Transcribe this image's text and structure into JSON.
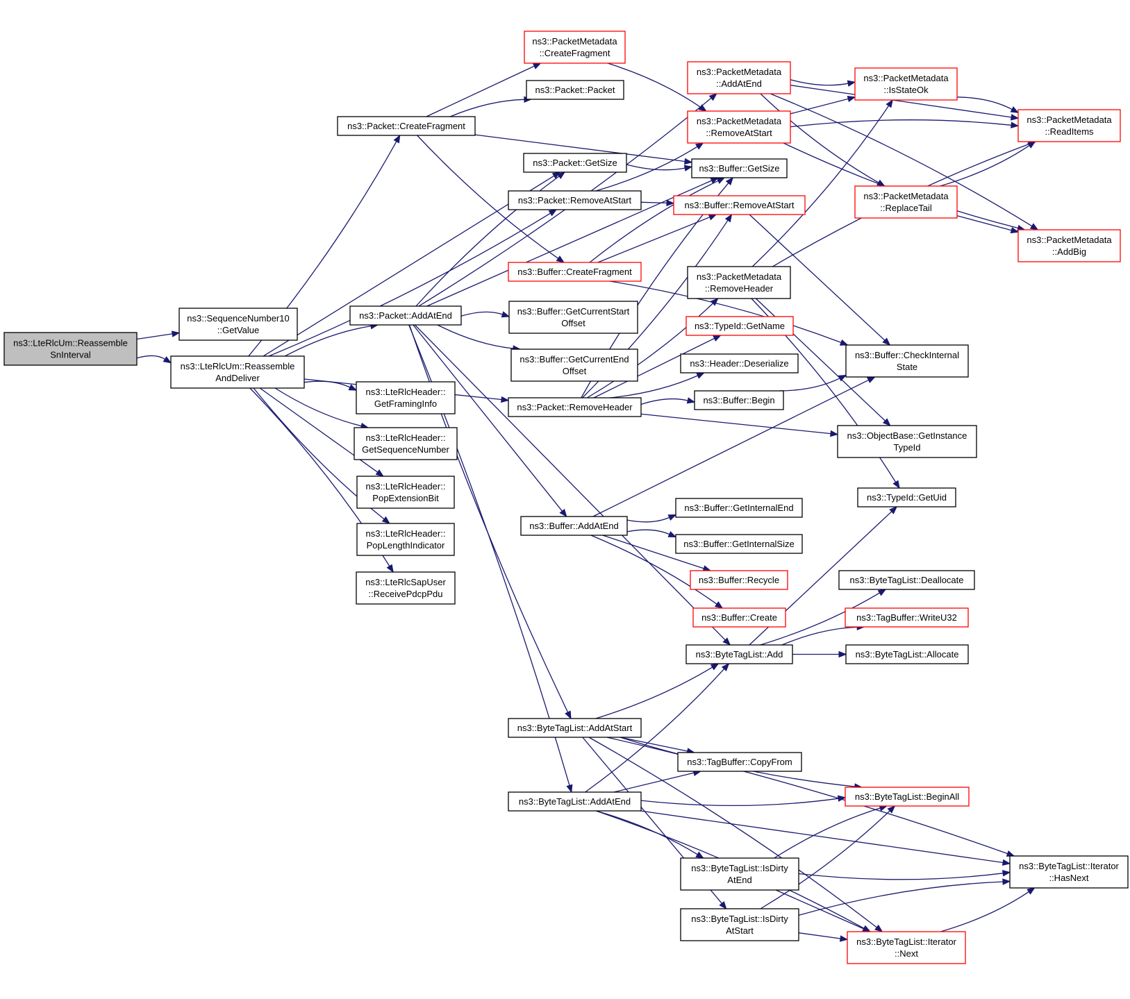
{
  "colors": {
    "edge": "#191970",
    "node_border": "#000000",
    "truncated_border": "#ff0000",
    "root_fill": "#bfbfbf",
    "node_fill": "#ffffff"
  },
  "nodes": {
    "n0": {
      "lines": [
        "ns3::LteRlcUm::Reassemble",
        "SnInterval"
      ],
      "kind": "root"
    },
    "n1": {
      "lines": [
        "ns3::SequenceNumber10",
        "::GetValue"
      ],
      "kind": "normal"
    },
    "n2": {
      "lines": [
        "ns3::LteRlcUm::Reassemble",
        "AndDeliver"
      ],
      "kind": "normal"
    },
    "n3": {
      "lines": [
        "ns3::Packet::CreateFragment"
      ],
      "kind": "normal"
    },
    "n4": {
      "lines": [
        "ns3::Packet::AddAtEnd"
      ],
      "kind": "normal"
    },
    "n5": {
      "lines": [
        "ns3::LteRlcHeader::",
        "GetFramingInfo"
      ],
      "kind": "normal"
    },
    "n6": {
      "lines": [
        "ns3::LteRlcHeader::",
        "GetSequenceNumber"
      ],
      "kind": "normal"
    },
    "n7": {
      "lines": [
        "ns3::LteRlcHeader::",
        "PopExtensionBit"
      ],
      "kind": "normal"
    },
    "n8": {
      "lines": [
        "ns3::LteRlcHeader::",
        "PopLengthIndicator"
      ],
      "kind": "normal"
    },
    "n9": {
      "lines": [
        "ns3::LteRlcSapUser",
        "::ReceivePdcpPdu"
      ],
      "kind": "normal"
    },
    "n10": {
      "lines": [
        "ns3::PacketMetadata",
        "::CreateFragment"
      ],
      "kind": "truncated"
    },
    "n11": {
      "lines": [
        "ns3::Packet::Packet"
      ],
      "kind": "normal"
    },
    "n12": {
      "lines": [
        "ns3::Packet::GetSize"
      ],
      "kind": "normal"
    },
    "n13": {
      "lines": [
        "ns3::Packet::RemoveAtStart"
      ],
      "kind": "normal"
    },
    "n14": {
      "lines": [
        "ns3::Buffer::CreateFragment"
      ],
      "kind": "truncated"
    },
    "n15": {
      "lines": [
        "ns3::Buffer::GetCurrentStart",
        "Offset"
      ],
      "kind": "normal"
    },
    "n16": {
      "lines": [
        "ns3::Buffer::GetCurrentEnd",
        "Offset"
      ],
      "kind": "normal"
    },
    "n17": {
      "lines": [
        "ns3::Packet::RemoveHeader"
      ],
      "kind": "normal"
    },
    "n18": {
      "lines": [
        "ns3::Buffer::AddAtEnd"
      ],
      "kind": "normal"
    },
    "n19": {
      "lines": [
        "ns3::ByteTagList::AddAtStart"
      ],
      "kind": "normal"
    },
    "n20": {
      "lines": [
        "ns3::ByteTagList::AddAtEnd"
      ],
      "kind": "normal"
    },
    "n21": {
      "lines": [
        "ns3::PacketMetadata",
        "::AddAtEnd"
      ],
      "kind": "truncated"
    },
    "n22": {
      "lines": [
        "ns3::PacketMetadata",
        "::RemoveAtStart"
      ],
      "kind": "truncated"
    },
    "n23": {
      "lines": [
        "ns3::Buffer::GetSize"
      ],
      "kind": "normal"
    },
    "n24": {
      "lines": [
        "ns3::Buffer::RemoveAtStart"
      ],
      "kind": "truncated"
    },
    "n25": {
      "lines": [
        "ns3::PacketMetadata",
        "::RemoveHeader"
      ],
      "kind": "normal"
    },
    "n26": {
      "lines": [
        "ns3::TypeId::GetName"
      ],
      "kind": "truncated"
    },
    "n27": {
      "lines": [
        "ns3::Header::Deserialize"
      ],
      "kind": "normal"
    },
    "n28": {
      "lines": [
        "ns3::Buffer::Begin"
      ],
      "kind": "normal"
    },
    "n29": {
      "lines": [
        "ns3::Buffer::GetInternalEnd"
      ],
      "kind": "normal"
    },
    "n30": {
      "lines": [
        "ns3::Buffer::GetInternalSize"
      ],
      "kind": "normal"
    },
    "n31": {
      "lines": [
        "ns3::Buffer::Recycle"
      ],
      "kind": "truncated"
    },
    "n32": {
      "lines": [
        "ns3::Buffer::Create"
      ],
      "kind": "truncated"
    },
    "n33": {
      "lines": [
        "ns3::ByteTagList::Add"
      ],
      "kind": "normal"
    },
    "n34": {
      "lines": [
        "ns3::TagBuffer::CopyFrom"
      ],
      "kind": "normal"
    },
    "n35": {
      "lines": [
        "ns3::ByteTagList::IsDirty",
        "AtEnd"
      ],
      "kind": "normal"
    },
    "n36": {
      "lines": [
        "ns3::ByteTagList::IsDirty",
        "AtStart"
      ],
      "kind": "normal"
    },
    "n37": {
      "lines": [
        "ns3::PacketMetadata",
        "::IsStateOk"
      ],
      "kind": "truncated"
    },
    "n38": {
      "lines": [
        "ns3::PacketMetadata",
        "::ReplaceTail"
      ],
      "kind": "truncated"
    },
    "n39": {
      "lines": [
        "ns3::Buffer::CheckInternal",
        "State"
      ],
      "kind": "normal"
    },
    "n40": {
      "lines": [
        "ns3::ObjectBase::GetInstance",
        "TypeId"
      ],
      "kind": "normal"
    },
    "n41": {
      "lines": [
        "ns3::TypeId::GetUid"
      ],
      "kind": "normal"
    },
    "n42": {
      "lines": [
        "ns3::ByteTagList::Deallocate"
      ],
      "kind": "normal"
    },
    "n43": {
      "lines": [
        "ns3::TagBuffer::WriteU32"
      ],
      "kind": "truncated"
    },
    "n44": {
      "lines": [
        "ns3::ByteTagList::Allocate"
      ],
      "kind": "normal"
    },
    "n45": {
      "lines": [
        "ns3::ByteTagList::BeginAll"
      ],
      "kind": "truncated"
    },
    "n46": {
      "lines": [
        "ns3::ByteTagList::Iterator",
        "::HasNext"
      ],
      "kind": "normal"
    },
    "n47": {
      "lines": [
        "ns3::ByteTagList::Iterator",
        "::Next"
      ],
      "kind": "truncated"
    },
    "n48": {
      "lines": [
        "ns3::PacketMetadata",
        "::ReadItems"
      ],
      "kind": "truncated"
    },
    "n49": {
      "lines": [
        "ns3::PacketMetadata",
        "::AddBig"
      ],
      "kind": "truncated"
    }
  },
  "edges": [
    [
      "n0",
      "n1"
    ],
    [
      "n0",
      "n2"
    ],
    [
      "n2",
      "n3"
    ],
    [
      "n2",
      "n12"
    ],
    [
      "n2",
      "n13"
    ],
    [
      "n2",
      "n4"
    ],
    [
      "n2",
      "n17"
    ],
    [
      "n2",
      "n5"
    ],
    [
      "n2",
      "n6"
    ],
    [
      "n2",
      "n7"
    ],
    [
      "n2",
      "n8"
    ],
    [
      "n2",
      "n9"
    ],
    [
      "n3",
      "n10"
    ],
    [
      "n3",
      "n11"
    ],
    [
      "n3",
      "n14"
    ],
    [
      "n3",
      "n23"
    ],
    [
      "n4",
      "n21"
    ],
    [
      "n4",
      "n12"
    ],
    [
      "n4",
      "n23"
    ],
    [
      "n4",
      "n15"
    ],
    [
      "n4",
      "n16"
    ],
    [
      "n4",
      "n18"
    ],
    [
      "n4",
      "n19"
    ],
    [
      "n4",
      "n20"
    ],
    [
      "n4",
      "n33"
    ],
    [
      "n10",
      "n22"
    ],
    [
      "n12",
      "n23"
    ],
    [
      "n13",
      "n24"
    ],
    [
      "n13",
      "n22"
    ],
    [
      "n14",
      "n23"
    ],
    [
      "n14",
      "n24"
    ],
    [
      "n14",
      "n39"
    ],
    [
      "n17",
      "n25"
    ],
    [
      "n17",
      "n26"
    ],
    [
      "n17",
      "n27"
    ],
    [
      "n17",
      "n28"
    ],
    [
      "n17",
      "n40"
    ],
    [
      "n17",
      "n23"
    ],
    [
      "n17",
      "n24"
    ],
    [
      "n18",
      "n39"
    ],
    [
      "n18",
      "n29"
    ],
    [
      "n18",
      "n30"
    ],
    [
      "n18",
      "n31"
    ],
    [
      "n18",
      "n32"
    ],
    [
      "n19",
      "n33"
    ],
    [
      "n19",
      "n34"
    ],
    [
      "n19",
      "n45"
    ],
    [
      "n19",
      "n46"
    ],
    [
      "n19",
      "n36"
    ],
    [
      "n19",
      "n47"
    ],
    [
      "n20",
      "n33"
    ],
    [
      "n20",
      "n34"
    ],
    [
      "n20",
      "n45"
    ],
    [
      "n20",
      "n35"
    ],
    [
      "n20",
      "n46"
    ],
    [
      "n20",
      "n47"
    ],
    [
      "n21",
      "n37"
    ],
    [
      "n21",
      "n48"
    ],
    [
      "n21",
      "n38"
    ],
    [
      "n21",
      "n49"
    ],
    [
      "n22",
      "n37"
    ],
    [
      "n22",
      "n48"
    ],
    [
      "n22",
      "n49"
    ],
    [
      "n24",
      "n39"
    ],
    [
      "n25",
      "n37"
    ],
    [
      "n25",
      "n48"
    ],
    [
      "n25",
      "n40"
    ],
    [
      "n25",
      "n41"
    ],
    [
      "n28",
      "n39"
    ],
    [
      "n33",
      "n41"
    ],
    [
      "n33",
      "n42"
    ],
    [
      "n33",
      "n43"
    ],
    [
      "n33",
      "n44"
    ],
    [
      "n35",
      "n45"
    ],
    [
      "n35",
      "n46"
    ],
    [
      "n35",
      "n47"
    ],
    [
      "n36",
      "n45"
    ],
    [
      "n36",
      "n46"
    ],
    [
      "n36",
      "n47"
    ],
    [
      "n37",
      "n48"
    ],
    [
      "n38",
      "n48"
    ],
    [
      "n38",
      "n49"
    ],
    [
      "n47",
      "n46"
    ]
  ]
}
